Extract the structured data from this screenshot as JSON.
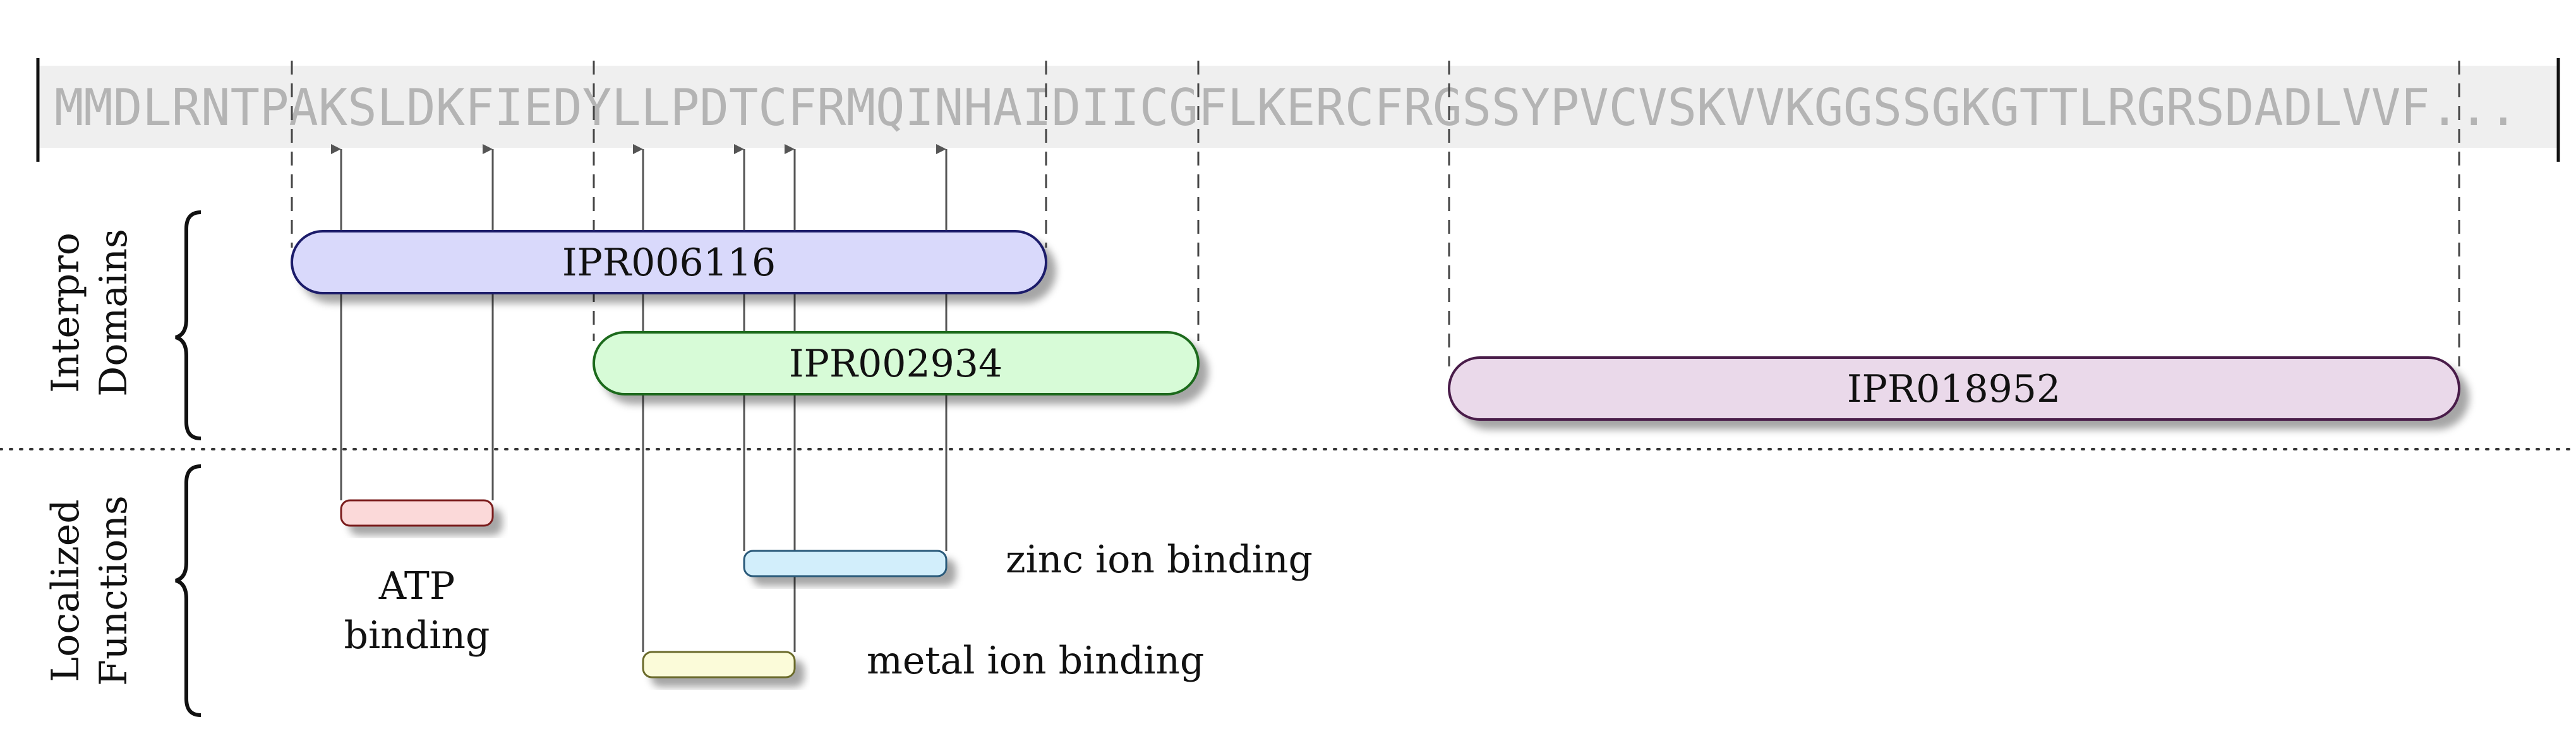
{
  "sequence": {
    "text": "MMDLRNTPAKSLDKFIEDYLLPDTCFRMQINHAIDIICGFLKERCFRGSSYPVCVSKVVKGGSSGKGTTLRGRSDADLVVF...",
    "background_color": "#efefef",
    "text_color": "#b4b4b4"
  },
  "sections": {
    "domains_label": [
      "Interpro",
      "Domains"
    ],
    "functions_label": [
      "Localized",
      "Functions"
    ]
  },
  "domains": [
    {
      "name": "IPR006116",
      "fill": "#d9d9fb",
      "stroke": "#1a1a6b"
    },
    {
      "name": "IPR002934",
      "fill": "#d7fbd7",
      "stroke": "#1f6b1f"
    },
    {
      "name": "IPR018952",
      "fill": "#ead9ea",
      "stroke": "#4a1a4a"
    }
  ],
  "functions": [
    {
      "name": "ATP binding",
      "lines": [
        "ATP",
        "binding"
      ],
      "fill": "#fbd9d9",
      "stroke": "#7a1a1a"
    },
    {
      "name": "zinc ion binding",
      "lines": [
        "zinc ion binding"
      ],
      "fill": "#d2eefb",
      "stroke": "#2a5a7a"
    },
    {
      "name": "metal ion binding",
      "lines": [
        "metal ion binding"
      ],
      "fill": "#fbfbd9",
      "stroke": "#6b6b2a"
    }
  ]
}
